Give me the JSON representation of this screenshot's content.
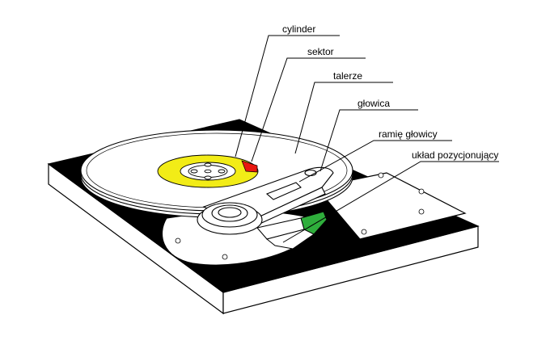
{
  "labels": {
    "cylinder": "cylinder",
    "sector": "sektor",
    "platters": "talerze",
    "head": "głowica",
    "head_arm": "ramię głowicy",
    "positioning_unit": "układ pozycjonujący"
  },
  "colors": {
    "cylinder_band": "#f2ec17",
    "sector": "#e8170f",
    "actuator": "#2fae3c",
    "base_black": "#000000",
    "base_white": "#ffffff",
    "outline": "#000000"
  }
}
